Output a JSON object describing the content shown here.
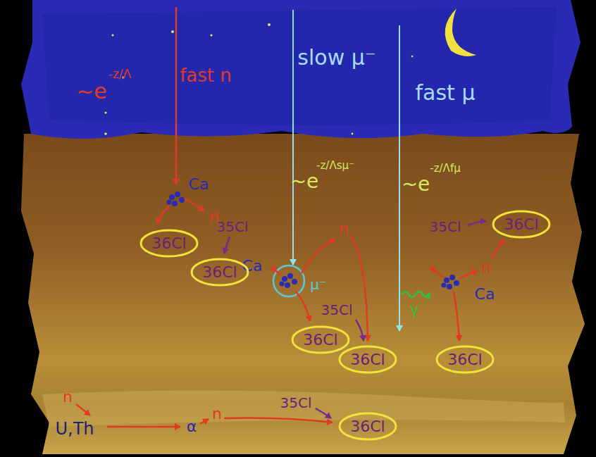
{
  "diagram": {
    "nodes": [
      {
        "text": [
          "36Cl"
        ]
      },
      {
        "text": [
          "36Cl"
        ]
      },
      {
        "text": [
          "36Cl"
        ]
      },
      {
        "text": [
          "36Cl"
        ]
      },
      {
        "text": [
          "36Cl"
        ]
      },
      {
        "text": [
          "36Cl"
        ]
      },
      {
        "text": [
          "36Cl"
        ]
      }
    ],
    "labels": [
      "~e",
      "-z/Λ",
      "fast n",
      "slow μ⁻",
      "~e",
      "-z/Λsμ⁻",
      "fast μ",
      "~e",
      "-z/Λfμ",
      "Ca",
      "n",
      "35Cl",
      "Ca",
      "μ⁻",
      "n",
      "35Cl",
      "35Cl",
      "n",
      "γ",
      "Ca",
      "n",
      "U,Th",
      "α",
      "n",
      "35Cl"
    ]
  }
}
